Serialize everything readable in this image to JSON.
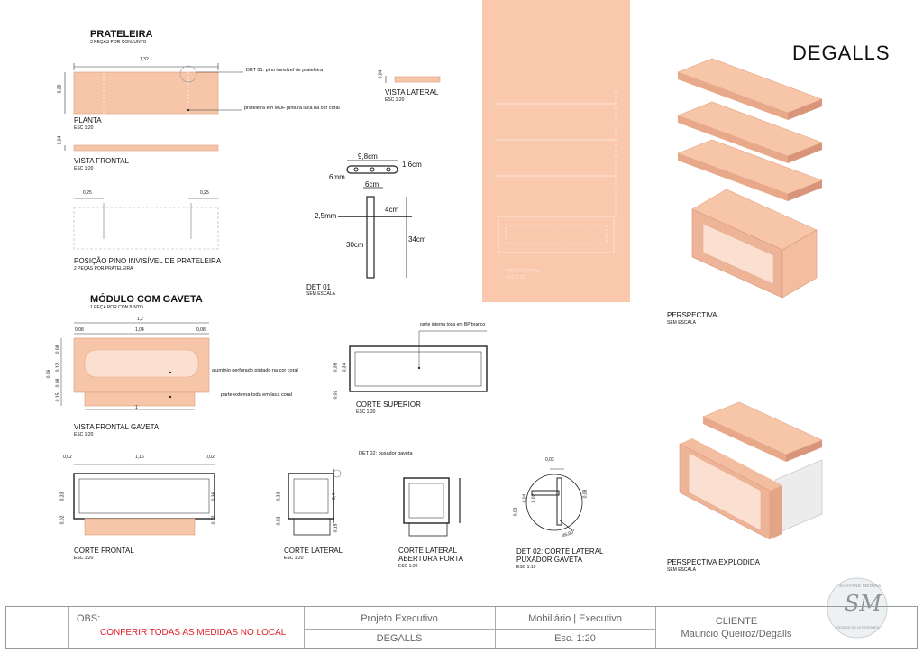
{
  "brand": "DEGALLS",
  "prateleira": {
    "title": "PRATELEIRA",
    "subtitle": "3 PEÇAS POR CONJUNTO",
    "dim_width": "1,32",
    "dim_depth": "0,38",
    "dim_thick": "0,04",
    "dim_pin_left": "0,25",
    "dim_pin_right": "0,25",
    "note_pin": "DET 01: pino invisível de prateleira",
    "note_mdf": "prateleira em MDF pintura laca na cor coral",
    "planta": "PLANTA",
    "planta_esc": "ESC 1:20",
    "vista_frontal": "VISTA FRONTAL",
    "vista_frontal_esc": "ESC 1:20",
    "vista_lateral": "VISTA LATERAL",
    "vista_lateral_esc": "ESC 1:20",
    "posicao": "POSIÇÃO PINO INVISÍVEL DE PRATELEIRA",
    "posicao_sub": "2 PEÇAS POR PRATELEIRA"
  },
  "det01": {
    "title": "DET 01",
    "sub": "SEM ESCALA",
    "d1": "9,8cm",
    "d2": "1,6cm",
    "d3": "6mm",
    "d4": "6cm",
    "d5": "2,5mm",
    "d6": "4cm",
    "d7": "30cm",
    "d8": "34cm"
  },
  "modulo": {
    "title": "MÓDULO COM GAVETA",
    "subtitle": "1 PEÇA POR CONJUNTO",
    "dim_total": "1,2",
    "dim_a": "0,08",
    "dim_b": "1,04",
    "dim_c": "0,08",
    "dim_bottom": "1",
    "dims_left": [
      "0,08",
      "0,12",
      "0,08",
      "0,06",
      "0,15"
    ],
    "note_aluminio": "alumínio perfurado pintado na cor coral",
    "note_externa": "parte externa toda em laca coral",
    "vista_frontal_gaveta": "VISTA FRONTAL GAVETA",
    "vista_frontal_gaveta_esc": "ESC 1:20",
    "corte_superior": "CORTE SUPERIOR",
    "corte_superior_esc": "ESC 1:20",
    "note_interna": "parte interna toda em BP branco",
    "cs_dims": [
      "0,38",
      "0,34",
      "0,02"
    ],
    "corte_frontal": "CORTE FRONTAL",
    "corte_frontal_esc": "ESC 1:20",
    "cf_dims": [
      "0,02",
      "1,16",
      "0,02",
      "0,33",
      "0,36",
      "0,02",
      "0,02"
    ],
    "corte_lateral": "CORTE LATERAL",
    "corte_lateral_esc": "ESC 1:20",
    "cl_dims": [
      "0,33",
      "0,4",
      "0,02",
      "0,15"
    ],
    "note_det02": "DET 02: puxador gaveta",
    "corte_lateral_aberta": "CORTE LATERAL",
    "corte_lateral_aberta_2": "ABERTURA PORTA",
    "corte_lateral_aberta_esc": "ESC 1:20",
    "det02": "DET 02: CORTE LATERAL",
    "det02_2": "PUXADOR GAVETA",
    "det02_esc": "ESC 1:10",
    "det02_dims": [
      "0,02",
      "0,02",
      "0,04",
      "0,02",
      "0,08",
      "45,00°"
    ]
  },
  "perspectiva": {
    "title": "PERSPECTIVA",
    "sub": "SEM ESCALA",
    "explodida": "PERSPECTIVA EXPLODIDA",
    "explodida_sub": "SEM ESCALA"
  },
  "elevation": {
    "label": "VISTA FRONTAL",
    "esc": "ESC 1:20"
  },
  "logo": {
    "initials": "SM",
    "top_text": "SHAYANE MEDINA",
    "bottom_text": "DESIGN DE INTERIORES"
  },
  "titleblock": {
    "obs_label": "OBS:",
    "obs_text": "CONFERIR TODAS AS MEDIDAS NO LOCAL",
    "stage": "Projeto Executivo",
    "project": "DEGALLS",
    "category": "Mobiliário | Executivo",
    "scale": "Esc. 1:20",
    "client_label": "CLIENTE",
    "client": "Mauricio Queiroz/Degalls"
  },
  "colors": {
    "coral": "#f7c6a8",
    "coral_dark": "#e8a98a",
    "panel": "#f9c8ad",
    "obs_red": "#e0202a"
  }
}
